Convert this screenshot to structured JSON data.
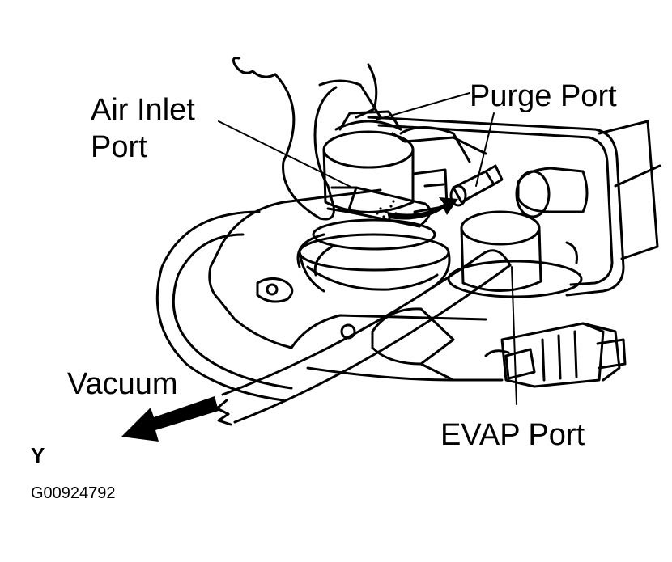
{
  "labels": {
    "air_inlet_line1": "Air Inlet",
    "air_inlet_line2": "Port",
    "purge_port": "Purge Port",
    "vacuum": "Vacuum",
    "evap_port": "EVAP Port",
    "view_letter": "Y",
    "figure_id": "G00924792"
  },
  "colors": {
    "ink": "#000000",
    "paper": "#ffffff"
  }
}
